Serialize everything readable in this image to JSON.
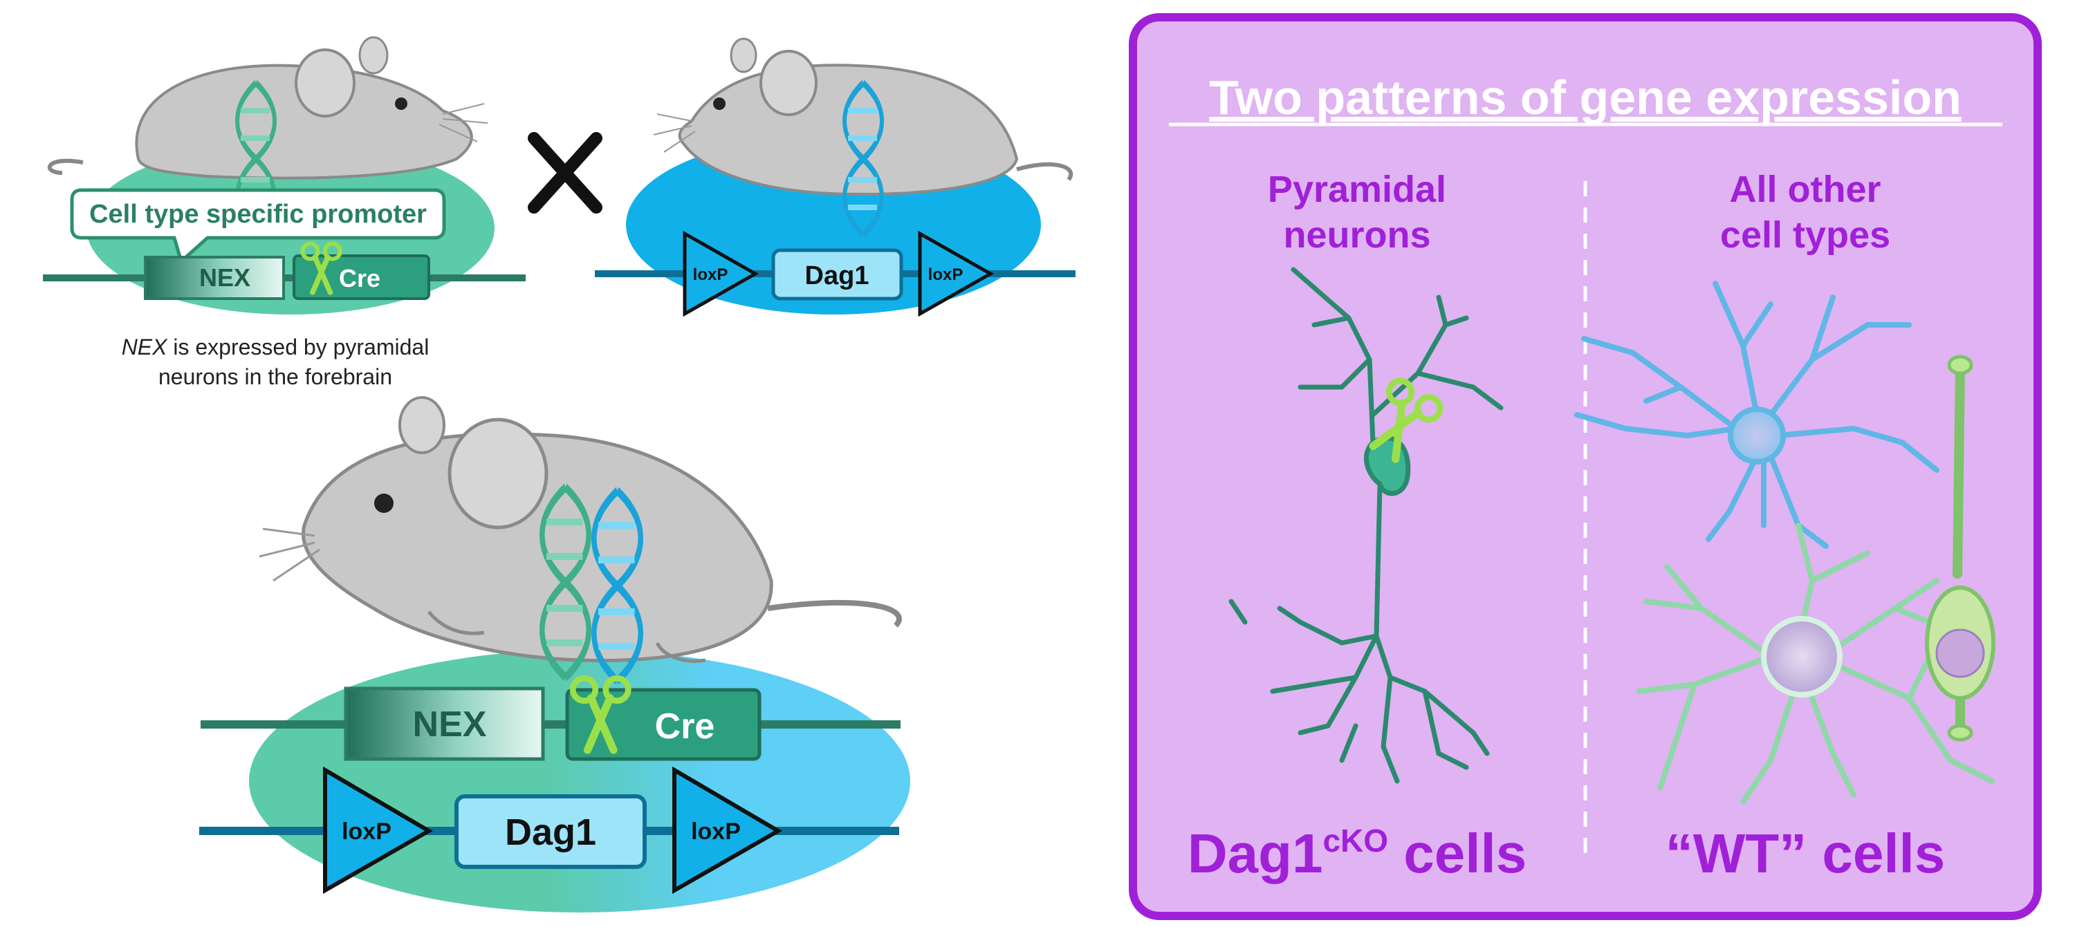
{
  "colors": {
    "green": "#2c9f7f",
    "green_light": "#5ccba9",
    "blue": "#12b0e8",
    "blue_light": "#5ecff5",
    "purple": "#a020d8",
    "purple_bg": "#e0b3f2",
    "mouse_gray": "#c8c8c8",
    "scissors": "#9be04a"
  },
  "crossing_symbol": "×",
  "parent_left": {
    "promoter_callout": "Cell type specific promoter",
    "promoter_label": "NEX",
    "cre_label": "Cre",
    "note_italic": "NEX",
    "note_line1": " is expressed by pyramidal",
    "note_line2": "neurons in the forebrain",
    "icons": [
      "mouse-icon",
      "dna-icon",
      "scissors-icon"
    ]
  },
  "parent_right": {
    "loxp_left": "loxP",
    "gene_label": "Dag1",
    "loxp_right": "loxP",
    "icons": [
      "mouse-icon",
      "dna-icon"
    ]
  },
  "offspring": {
    "promoter_label": "NEX",
    "cre_label": "Cre",
    "loxp_left": "loxP",
    "gene_label": "Dag1",
    "loxp_right": "loxP",
    "icons": [
      "mouse-icon",
      "dna-icon",
      "dna-icon",
      "scissors-icon"
    ]
  },
  "panel": {
    "title": "Two patterns of gene expression",
    "left_heading_line1": "Pyramidal",
    "left_heading_line2": "neurons",
    "right_heading_line1": "All other",
    "right_heading_line2": "cell types",
    "left_caption_main": "Dag1",
    "left_caption_sup": "cKO",
    "left_caption_tail": " cells",
    "right_caption": "“WT” cells",
    "icons": [
      "pyramidal-neuron-icon",
      "scissors-icon",
      "astrocyte-icon",
      "glia-cell-icon",
      "bipolar-cell-icon"
    ]
  }
}
